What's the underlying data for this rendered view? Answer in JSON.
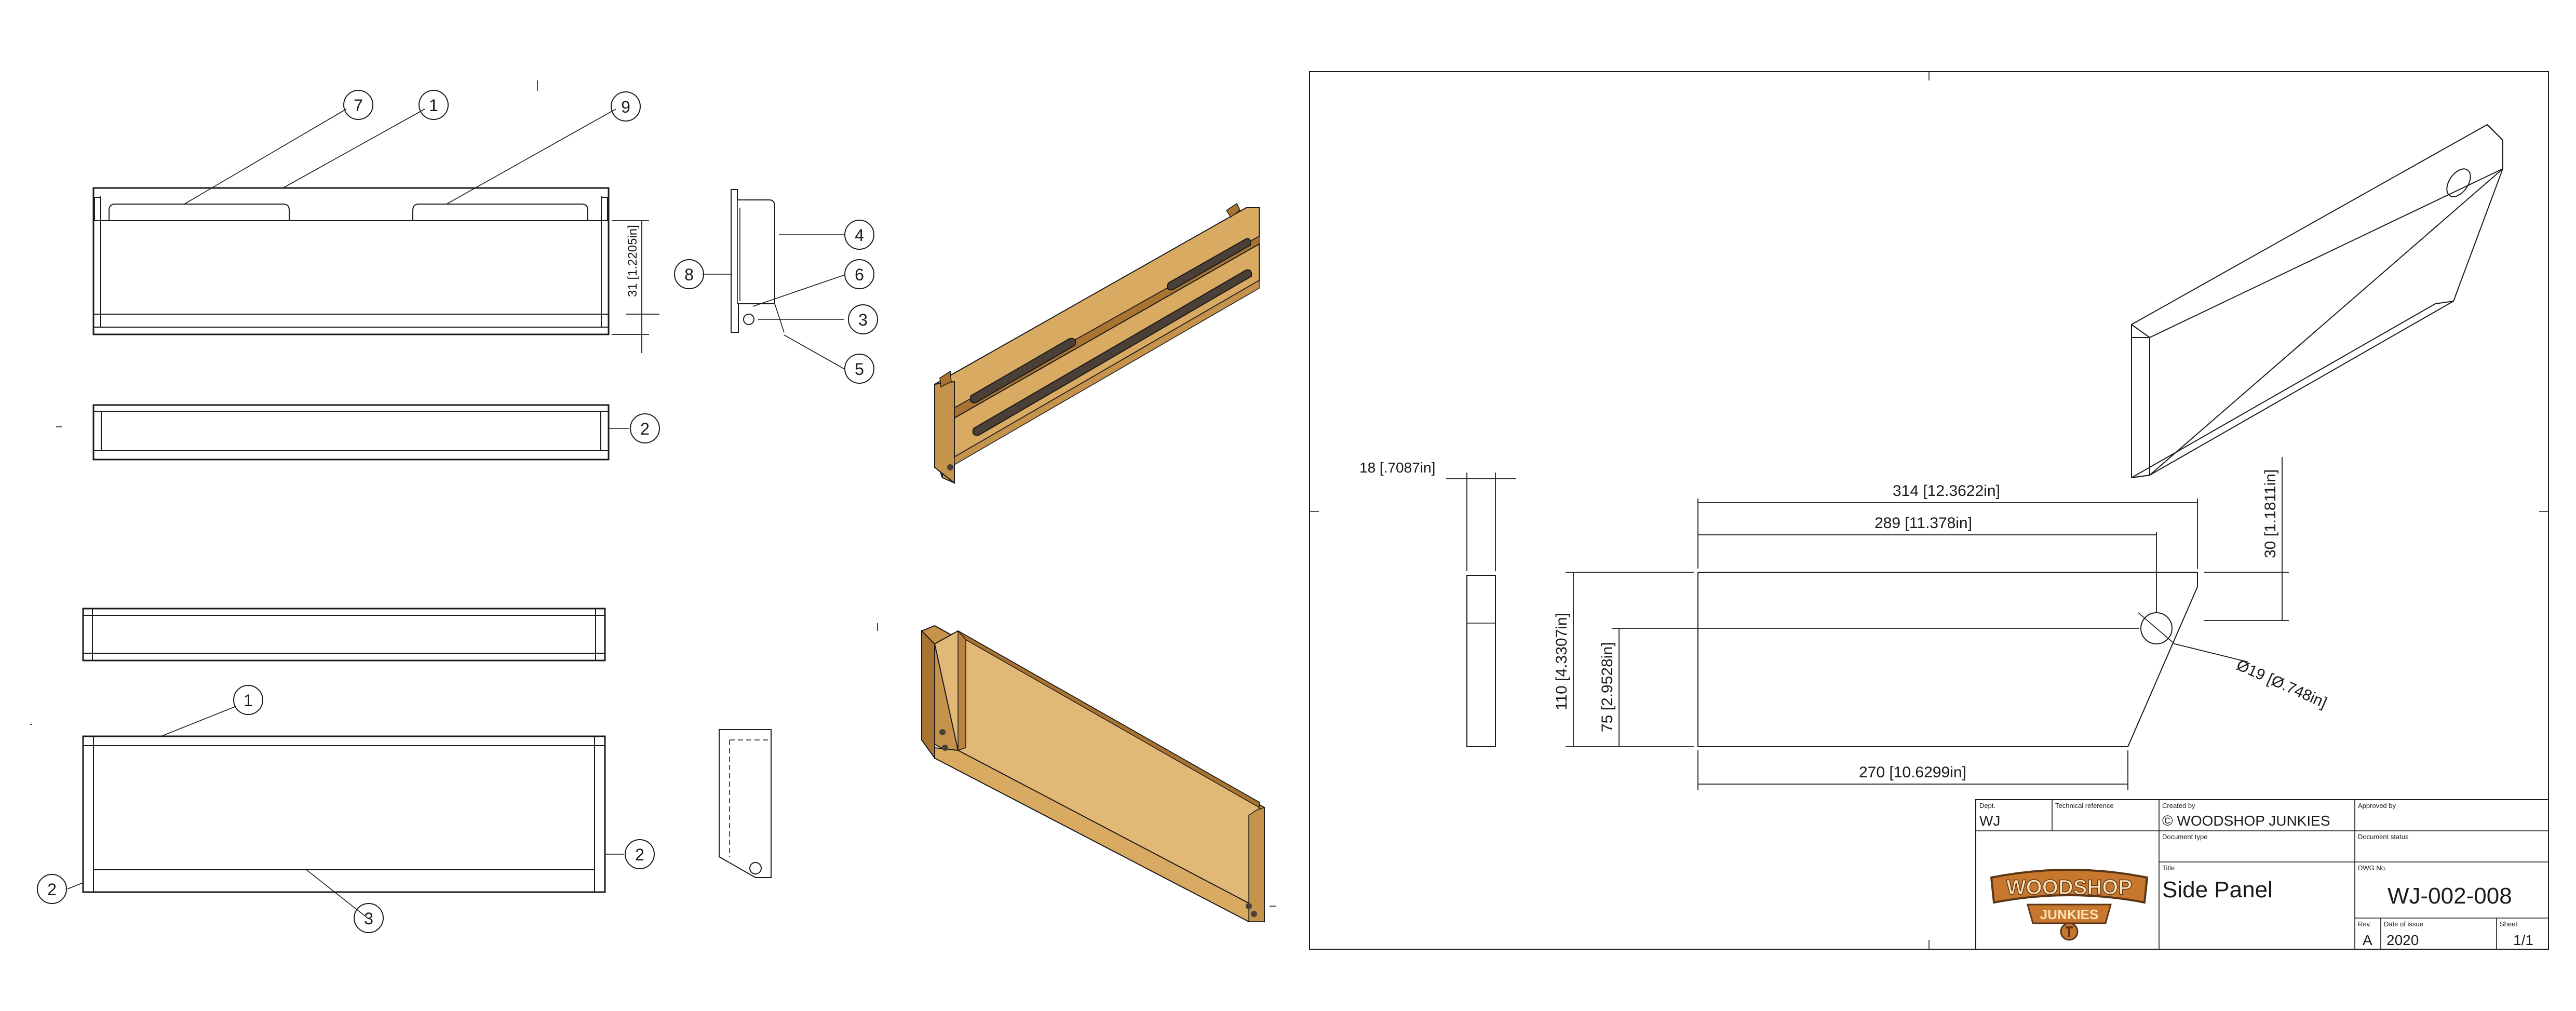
{
  "balloons": {
    "b7": "7",
    "b1a": "1",
    "b9": "9",
    "b4": "4",
    "b8": "8",
    "b6": "6",
    "b3a": "3",
    "b5": "5",
    "b2a": "2",
    "b1b": "1",
    "b2b": "2",
    "b2c": "2",
    "b3b": "3"
  },
  "left_dims": {
    "height_31": "31 [1.2205in]"
  },
  "drawing_dims": {
    "thickness": "18 [.7087in]",
    "overall_length": "314 [12.3622in]",
    "hole_x": "289 [11.378in]",
    "bottom_length": "270 [10.6299in]",
    "height": "110 [4.3307in]",
    "hole_y": "75 [2.9528in]",
    "corner": "30 [1.1811in]",
    "hole_dia": "Ø19 [Ø.748in]"
  },
  "title_block": {
    "dept_label": "Dept.",
    "dept_value": "WJ",
    "techref_label": "Technical reference",
    "created_label": "Created by",
    "created_value": "© WOODSHOP JUNKIES",
    "approved_label": "Approved by",
    "doctype_label": "Document type",
    "docstatus_label": "Document status",
    "title_label": "Title",
    "title_value": "Side Panel",
    "dwg_label": "DWG No.",
    "dwg_value": "WJ-002-008",
    "rev_label": "Rev.",
    "rev_value": "A",
    "date_label": "Date of issue",
    "date_value": "2020",
    "sheet_label": "Sheet",
    "sheet_value": "1/1",
    "logo_line1": "WOODSHOP",
    "logo_line2": "JUNKIES"
  },
  "colors": {
    "wood": "#d9aa62",
    "wood_dark": "#a97431",
    "slot": "#4a4038",
    "logo": "#c8772e"
  }
}
